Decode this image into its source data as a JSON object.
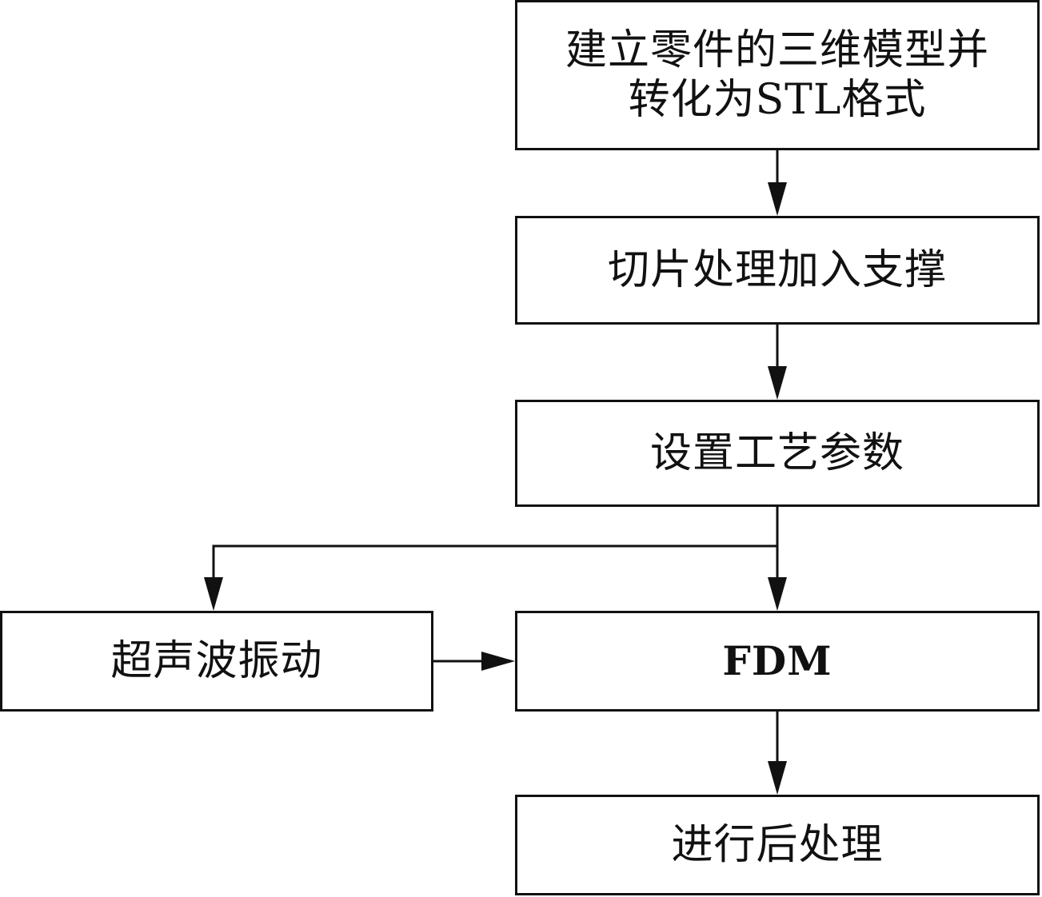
{
  "flowchart": {
    "nodes": [
      {
        "id": "b1",
        "lines": [
          "建立零件的三维模型并",
          "转化为STL格式"
        ]
      },
      {
        "id": "b2",
        "lines": [
          "切片处理加入支撑"
        ]
      },
      {
        "id": "b3",
        "lines": [
          "设置工艺参数"
        ]
      },
      {
        "id": "b4",
        "lines": [
          "超声波振动"
        ]
      },
      {
        "id": "b5",
        "lines": [
          "FDM"
        ]
      },
      {
        "id": "b6",
        "lines": [
          "进行后处理"
        ]
      }
    ],
    "edges": [
      {
        "from": "b1",
        "to": "b2"
      },
      {
        "from": "b2",
        "to": "b3"
      },
      {
        "from": "b3",
        "to": "b5"
      },
      {
        "from": "b3",
        "to": "b4"
      },
      {
        "from": "b4",
        "to": "b5"
      },
      {
        "from": "b5",
        "to": "b6"
      }
    ],
    "colors": {
      "stroke": "#111111",
      "fill": "#ffffff"
    }
  }
}
